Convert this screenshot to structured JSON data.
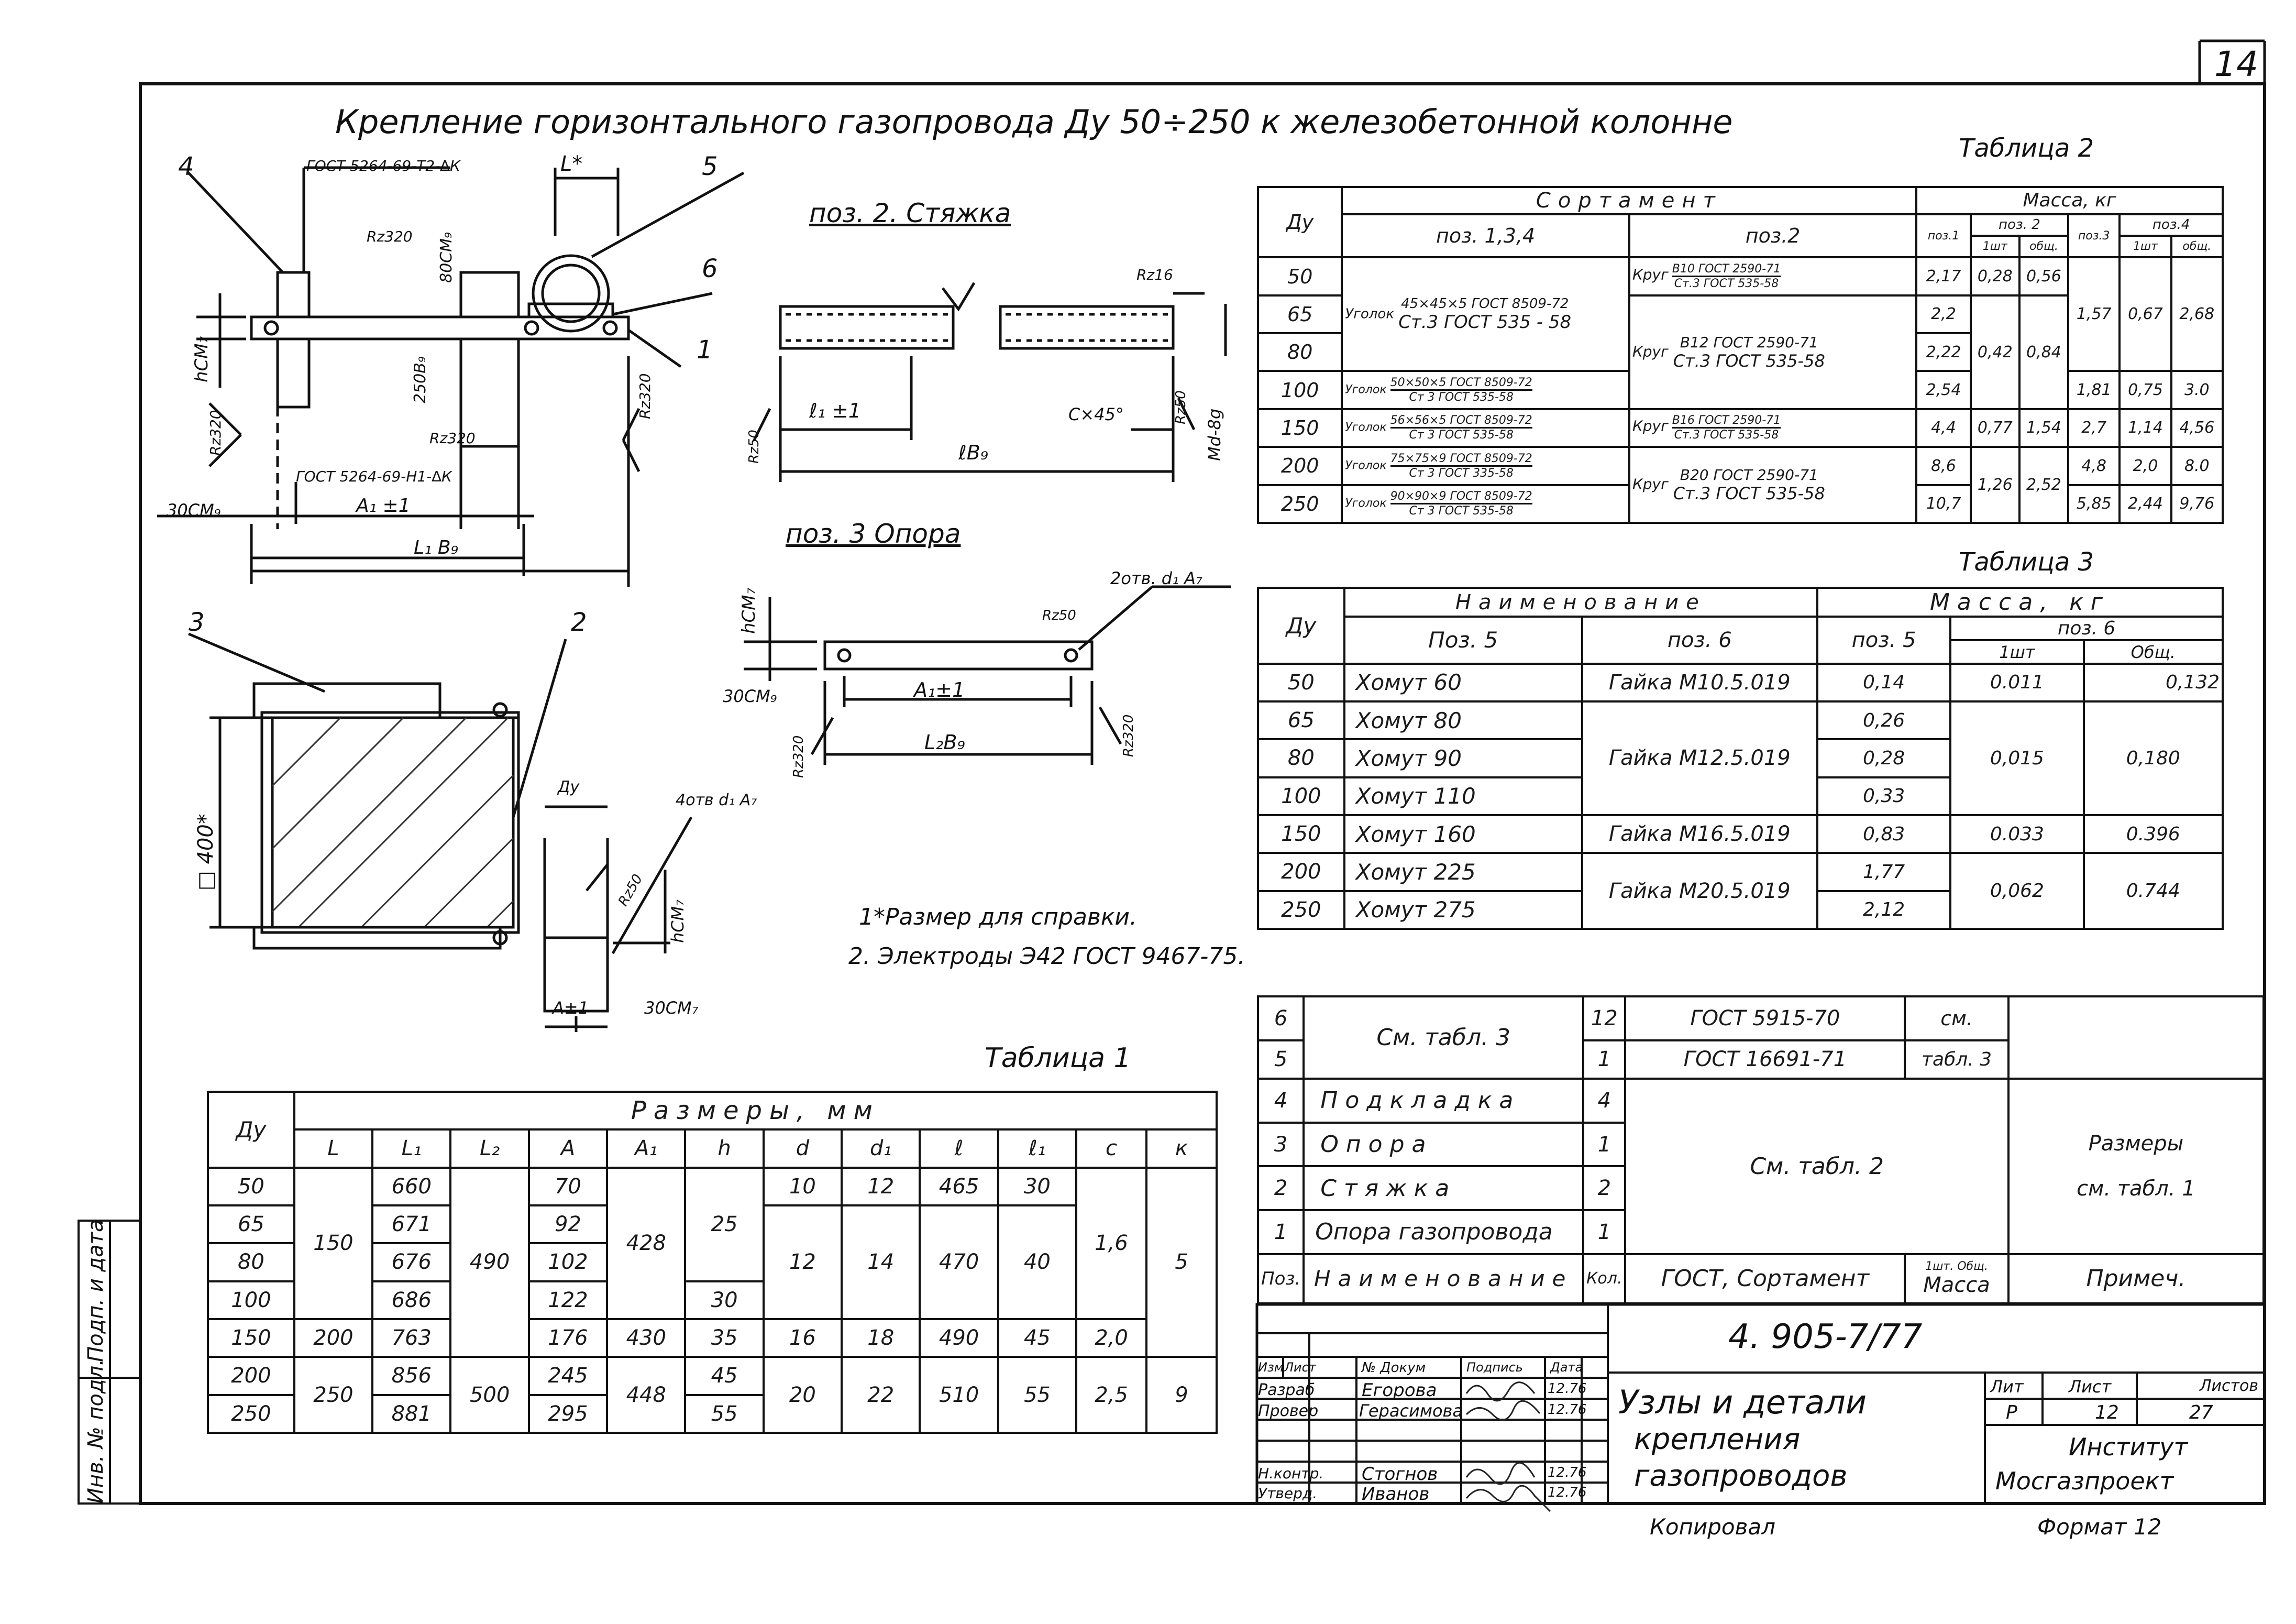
{
  "sheet_number": "14",
  "title": "Крепление   горизонтального   газопровода  Ду 50÷250 к железобетонной колонне",
  "drawing_labels": {
    "gost_top": "ГОСТ 5264-69-Т2-∆К",
    "gost_bottom": "ГОСТ 5264-69-Н1-∆К",
    "l_star": "L*",
    "h_cm7": "hСМ₇",
    "rz320": "Rz320",
    "rz50": "Rz50",
    "rz16": "Rz16",
    "bc_cm": "80СМ₉",
    "d250": "250В₉",
    "a1": "A₁ ±1",
    "l1": "L₁ В₉",
    "cm30": "30СМ₉",
    "cm30b": "30СМ₇",
    "pos1": "1",
    "pos2": "2",
    "pos3": "3",
    "pos4": "4",
    "pos5": "5",
    "pos6": "6",
    "stjazhka_title": "поз. 2. Стяжка",
    "l1pm": "ℓ₁ ±1",
    "lb9": "ℓВ₉",
    "c45": "С×45°",
    "md8": "Md-8g",
    "opora_title": "поз. 3 Опора",
    "two_holes": "2отв. d₁ A₇",
    "four_holes": "4отв d₁ A₇",
    "l2b9": "L₂В₉",
    "a1pm": "A₁±1",
    "apm": "A±1",
    "dy": "Ду",
    "sq400": "□ 400*"
  },
  "notes": {
    "note1": "1*Размер для справки.",
    "note2": "2. Электроды Э42 ГОСТ 9467-75."
  },
  "table2": {
    "caption": "Таблица  2",
    "h_dy": "Ду",
    "h_sortament": "Сортамент",
    "h_massa": "Масса,  кг",
    "h_pos134": "поз.  1,3,4",
    "h_pos2": "поз.2",
    "h_p1": "поз.1",
    "h_p2": "поз. 2",
    "h_p3": "поз.3",
    "h_p4": "поз.4",
    "h_1sht": "1шт",
    "h_obsh": "общ.",
    "dy": [
      "50",
      "65",
      "80",
      "100",
      "150",
      "200",
      "250"
    ],
    "ugolok_a": "Уголок",
    "ugolok_a_top": "45×45×5 ГОСТ 8509-72",
    "ugolok_a_bot": "Ст.3 ГОСТ 535 - 58",
    "ugolok_100": [
      "Уголок",
      "50×50×5 ГОСТ 8509-72",
      "Ст 3 ГОСТ 535-58"
    ],
    "ugolok_150": [
      "Уголок",
      "56×56×5 ГОСТ 8509-72",
      "Ст 3 ГОСТ 535-58"
    ],
    "ugolok_200": [
      "Уголок",
      "75×75×9 ГОСТ 8509-72",
      "Ст 3 ГОСТ 335-58"
    ],
    "ugolok_250": [
      "Уголок",
      "90×90×9 ГОСТ 8509-72",
      "Ст 3 ГОСТ 535-58"
    ],
    "krug_50": [
      "Круг",
      "В10 ГОСТ 2590-71",
      "Ст.3 ГОСТ 535-58"
    ],
    "krug_65": [
      "Круг",
      "В12 ГОСТ 2590-71",
      "Ст.3 ГОСТ 535-58"
    ],
    "krug_150": [
      "Круг",
      "В16 ГОСТ 2590-71",
      "Ст.3 ГОСТ 535-58"
    ],
    "krug_200": [
      "Круг",
      "В20 ГОСТ 2590-71",
      "Ст.3 ГОСТ 535-58"
    ],
    "p1": [
      "2,17",
      "2,2",
      "2,22",
      "2,54",
      "4,4",
      "8,6",
      "10,7"
    ],
    "p2_1sht": [
      "0,28",
      "0,42",
      "0,77",
      "1,26"
    ],
    "p2_obsh": [
      "0,56",
      "0,84",
      "1,54",
      "2,52"
    ],
    "p3": [
      "1,57",
      "1,81",
      "2,7",
      "4,8",
      "5,85"
    ],
    "p4_1sht": [
      "0,67",
      "0,75",
      "1,14",
      "2,0",
      "2,44"
    ],
    "p4_obsh": [
      "2,68",
      "3.0",
      "4,56",
      "8.0",
      "9,76"
    ]
  },
  "table3": {
    "caption": "Таблица  3",
    "h_dy": "Ду",
    "h_naim": "Наименование",
    "h_massa": "Масса,   кг",
    "h_pos5": "Поз. 5",
    "h_pos6": "поз. 6",
    "h_pos5m": "поз. 5",
    "h_pos6m": "поз. 6",
    "h_1sht": "1шт",
    "h_obsh": "Общ.",
    "dy": [
      "50",
      "65",
      "80",
      "100",
      "150",
      "200",
      "250"
    ],
    "homut": [
      "Хомут   60",
      "Хомут   80",
      "Хомут   90",
      "Хомут   110",
      "Хомут   160",
      "Хомут   225",
      "Хомут   275"
    ],
    "gaika": [
      "Гайка М10.5.019",
      "Гайка М12.5.019",
      "Гайка М16.5.019",
      "Гайка М20.5.019"
    ],
    "m5": [
      "0,14",
      "0,26",
      "0,28",
      "0,33",
      "0,83",
      "1,77",
      "2,12"
    ],
    "m6_1": [
      "0.011",
      "0,015",
      "0.033",
      "0,062"
    ],
    "m6_obsh": [
      "0,132",
      "0,180",
      "0.396",
      "0.744"
    ]
  },
  "table1": {
    "caption": "Таблица  1",
    "h_dy": "Ду",
    "h_razm": "Размеры,          мм",
    "cols": [
      "L",
      "L₁",
      "L₂",
      "A",
      "A₁",
      "h",
      "d",
      "d₁",
      "ℓ",
      "ℓ₁",
      "c",
      "к"
    ],
    "dy": [
      "50",
      "65",
      "80",
      "100",
      "150",
      "200",
      "250"
    ],
    "L": [
      "150",
      "200",
      "250"
    ],
    "L1": [
      "660",
      "671",
      "676",
      "686",
      "763",
      "856",
      "881"
    ],
    "L2": [
      "490",
      "500"
    ],
    "A": [
      "70",
      "92",
      "102",
      "122",
      "176",
      "245",
      "295"
    ],
    "A1": [
      "428",
      "430",
      "448"
    ],
    "h": [
      "25",
      "30",
      "35",
      "45",
      "55"
    ],
    "d": [
      "10",
      "12",
      "16",
      "20"
    ],
    "d1": [
      "12",
      "14",
      "18",
      "22"
    ],
    "l": [
      "465",
      "470",
      "490",
      "510"
    ],
    "l1": [
      "30",
      "40",
      "45",
      "55"
    ],
    "c": [
      "1,6",
      "2,0",
      "2,5"
    ],
    "k": [
      "5",
      "9"
    ]
  },
  "spec": {
    "rows": [
      {
        "poz": "6",
        "name": "См.  табл. 3",
        "kol": "12",
        "gost": "ГОСТ  5915-70",
        "mass": "см."
      },
      {
        "poz": "5",
        "name": "",
        "kol": "1",
        "gost": "ГОСТ  16691-71",
        "mass": "табл. 3"
      },
      {
        "poz": "4",
        "name": "Подкладка",
        "kol": "4"
      },
      {
        "poz": "3",
        "name": "Опора",
        "kol": "1"
      },
      {
        "poz": "2",
        "name": "Стяжка",
        "kol": "2"
      },
      {
        "poz": "1",
        "name": "Опора газопровода",
        "kol": "1"
      }
    ],
    "gost_merged": "См.  табл.  2",
    "note_merged_a": "Размеры",
    "note_merged_b": "см. табл. 1",
    "h_poz": "Поз.",
    "h_name": "Наименование",
    "h_kol": "Кол.",
    "h_gost": "ГОСТ, Сортамент",
    "h_mass_top": "1шт. Общ.",
    "h_mass": "Масса",
    "h_prim": "Примеч."
  },
  "title_block": {
    "doc_number": "4. 905-7/77",
    "h_izm": "Изм",
    "h_list": "Лист",
    "h_ndoc": "№ Докум",
    "h_podp": "Подпись",
    "h_data": "Дата",
    "razrab": "Разраб",
    "razrab_name": "Егорова",
    "razrab_date": "12.76",
    "prover": "Провер",
    "prover_name": "Герасимова",
    "prover_date": "12.76",
    "nkontr": "Н.контр.",
    "nkontr_name": "Стогнов",
    "nkontr_date": "12.76",
    "utverd": "Утверд.",
    "utverd_name": "Иванов",
    "utverd_date": "12.76",
    "name_line1": "Узлы  и   детали",
    "name_line2": "крепления",
    "name_line3": "газопроводов",
    "h_lit": "Лит",
    "h_sheet": "Лист",
    "h_sheets": "Листов",
    "lit": "Р",
    "sheet": "12",
    "sheets": "27",
    "org1": "Институт",
    "org2": "Мосгазпроект"
  },
  "footer": {
    "copied": "Копировал",
    "format": "Формат  12"
  },
  "side_stamp": {
    "inv": "Инв. № подл.",
    "podp": "Подп. и дата"
  }
}
